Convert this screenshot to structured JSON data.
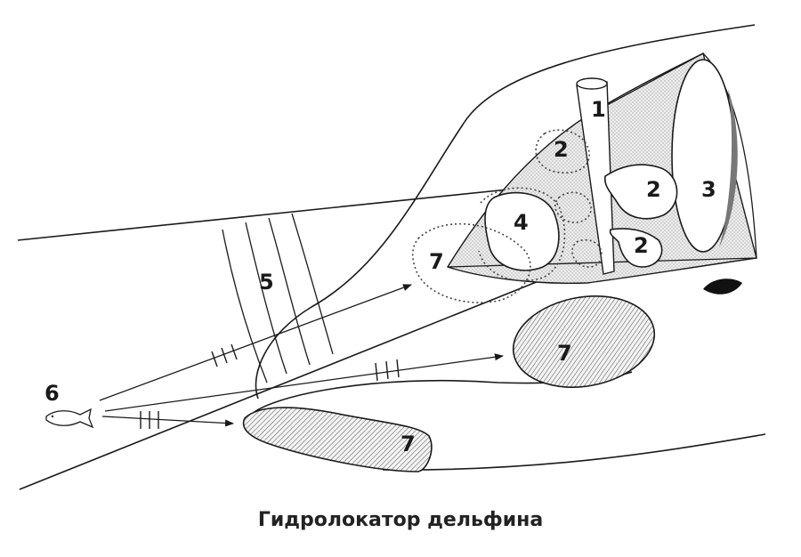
{
  "labels": {
    "l1": "1",
    "l2a": "2",
    "l2b": "2",
    "l2c": "2",
    "l3": "3",
    "l4": "4",
    "l5": "5",
    "l6": "6",
    "l7a": "7",
    "l7b": "7",
    "l7c": "7"
  },
  "caption": "Гидролокатор дельфина"
}
